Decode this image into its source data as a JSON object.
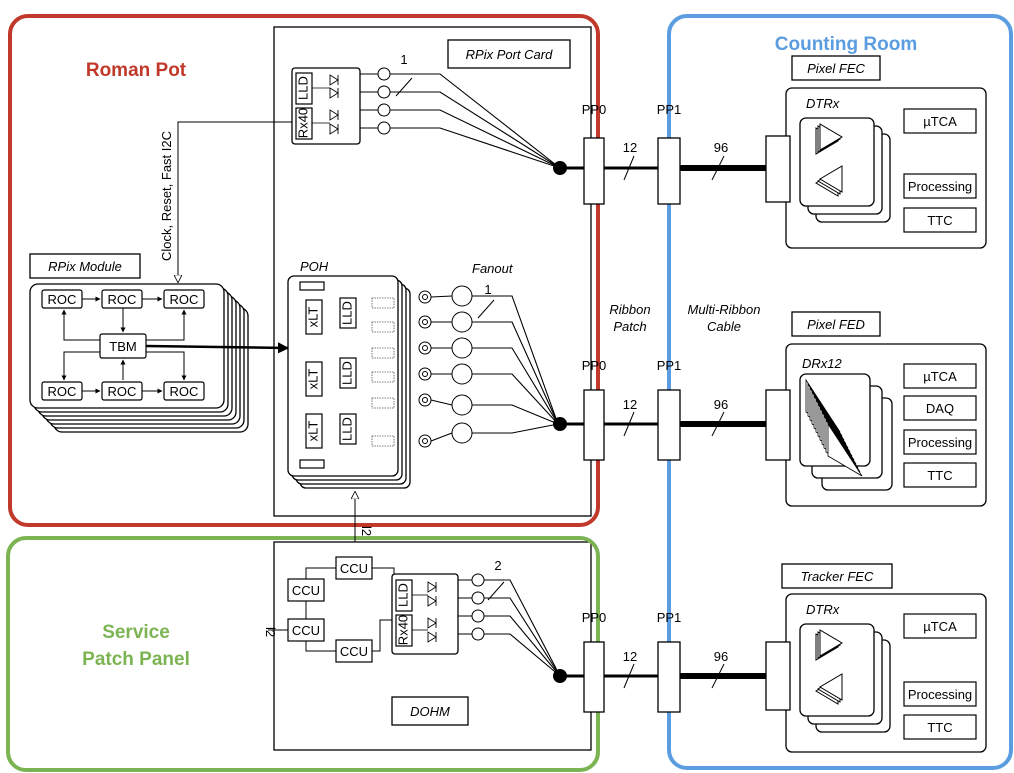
{
  "regions": {
    "roman_pot": "Roman Pot",
    "counting_room": "Counting Room",
    "service_patch_panel_line1": "Service",
    "service_patch_panel_line2": "Patch Panel"
  },
  "colors": {
    "roman_pot": "#c0392b",
    "counting_room": "#5b9de0",
    "service_patch_panel": "#7cb454"
  },
  "port_card": {
    "title": "RPix Port Card",
    "fiber_count": "1",
    "lld": "LLD",
    "rx40": "Rx40"
  },
  "control_signal": "Clock, Reset, Fast I2C",
  "module": {
    "title": "RPix Module",
    "roc": "ROC",
    "tbm": "TBM"
  },
  "poh": {
    "title": "POH",
    "xlt": "xLT",
    "lld": "LLD"
  },
  "fanout": {
    "label": "Fanout",
    "fiber_count": "1"
  },
  "dohm": {
    "title": "DOHM",
    "ccu": "CCU",
    "lld": "LLD",
    "rx40": "Rx40",
    "fiber_count": "2",
    "side_label": "l2",
    "left_label": "l2"
  },
  "patches": {
    "pp0": "PP0",
    "pp1": "PP1",
    "ribbon_patch_line1": "Ribbon",
    "ribbon_patch_line2": "Patch",
    "multi_ribbon_line1": "Multi-Ribbon",
    "multi_ribbon_line2": "Cable",
    "ribbon_count": "12",
    "cable_count": "96"
  },
  "pixel_fec": {
    "title": "Pixel FEC",
    "card": "DTRx",
    "utca": "µTCA",
    "processing": "Processing",
    "ttc": "TTC"
  },
  "pixel_fed": {
    "title": "Pixel FED",
    "card": "DRx12",
    "utca": "µTCA",
    "daq": "DAQ",
    "processing": "Processing",
    "ttc": "TTC"
  },
  "tracker_fec": {
    "title": "Tracker FEC",
    "card": "DTRx",
    "utca": "µTCA",
    "processing": "Processing",
    "ttc": "TTC"
  }
}
